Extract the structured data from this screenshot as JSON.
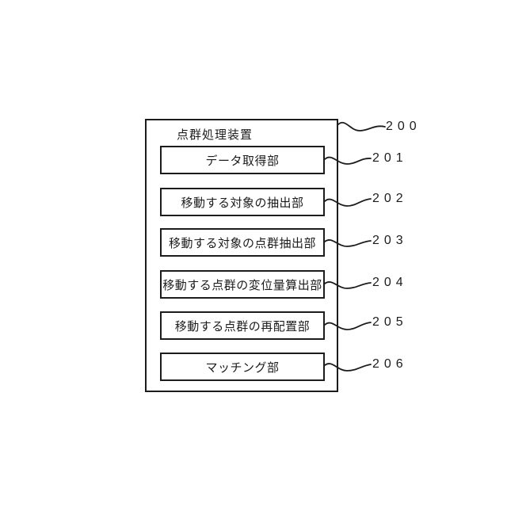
{
  "figure": {
    "device": {
      "label": "点群処理装置",
      "ref": "200"
    },
    "modules": [
      {
        "label": "データ取得部",
        "ref": "201"
      },
      {
        "label": "移動する対象の抽出部",
        "ref": "202"
      },
      {
        "label": "移動する対象の点群抽出部",
        "ref": "203"
      },
      {
        "label": "移動する点群の変位量算出部",
        "ref": "204"
      },
      {
        "label": "移動する点群の再配置部",
        "ref": "205"
      },
      {
        "label": "マッチング部",
        "ref": "206"
      }
    ],
    "colors": {
      "line": "#1c1c1c",
      "background": "#ffffff"
    }
  }
}
